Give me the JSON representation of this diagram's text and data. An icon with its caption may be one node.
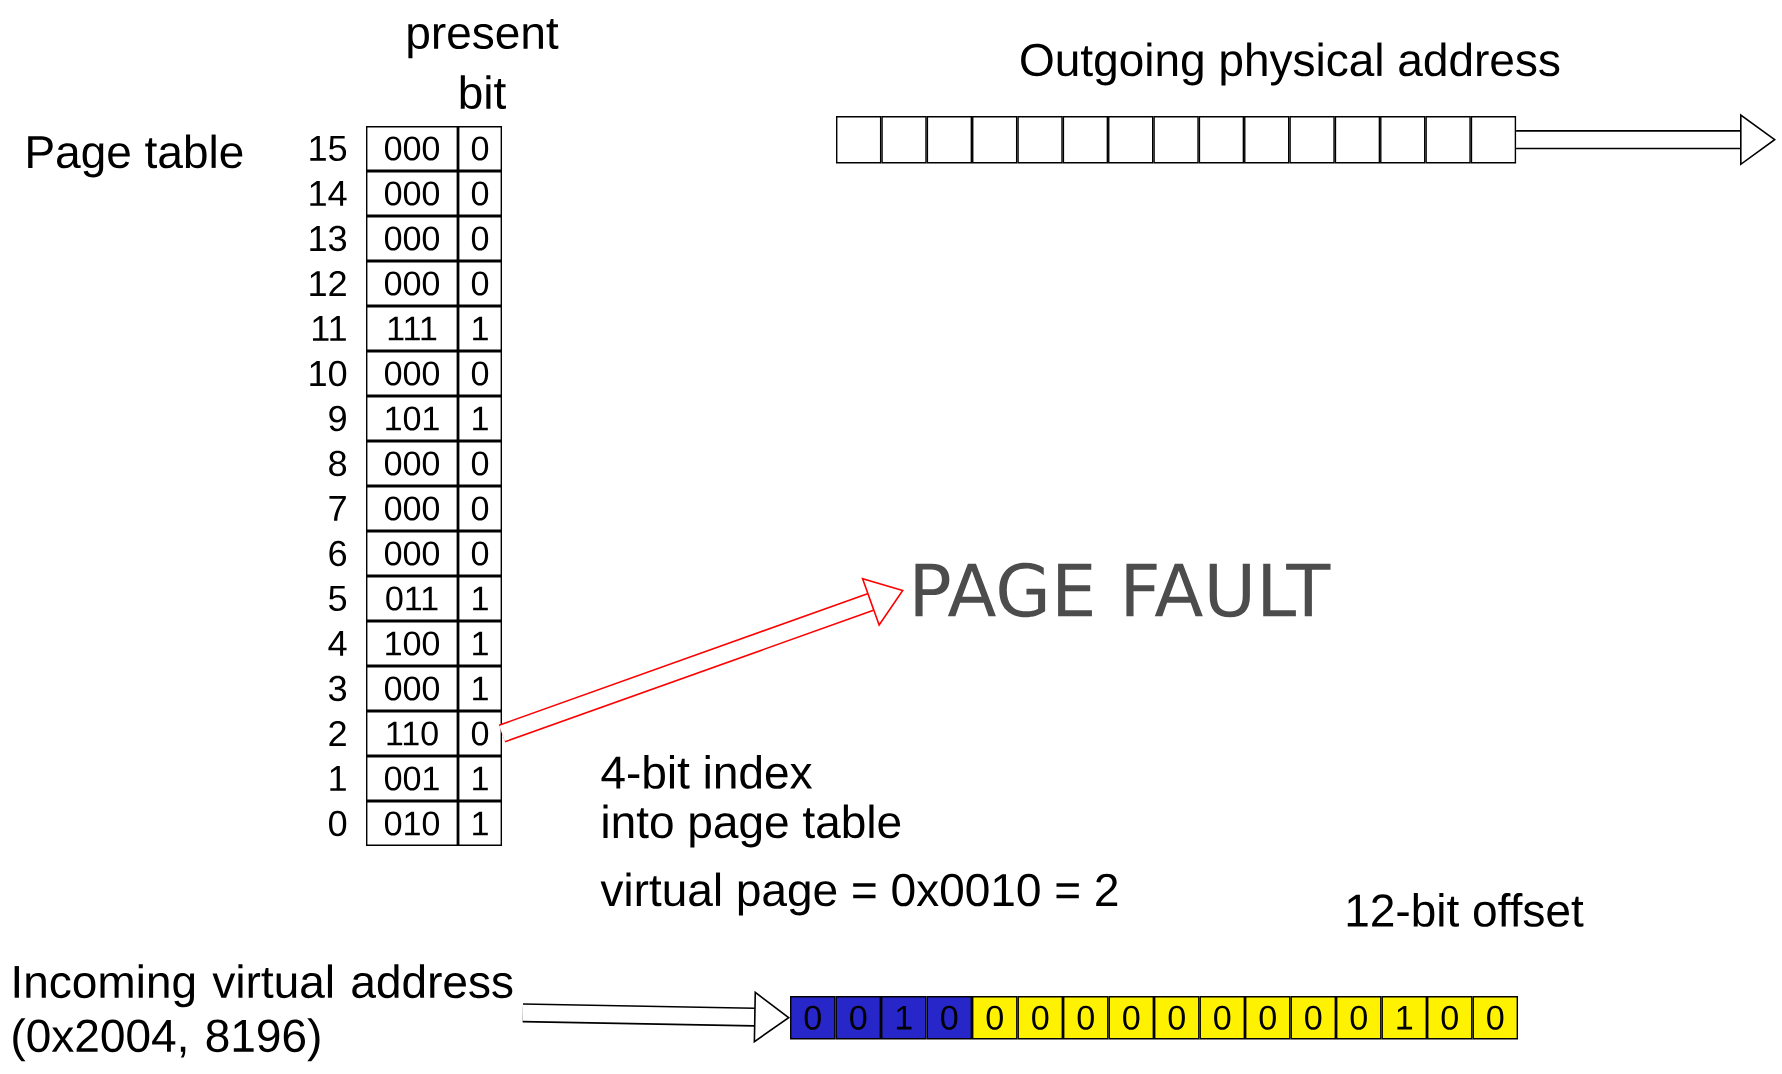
{
  "diagram": {
    "nodes": [
      {
        "text": [
          "000"
        ]
      },
      {
        "text": [
          "0"
        ]
      },
      {
        "text": [
          "000"
        ]
      },
      {
        "text": [
          "0"
        ]
      },
      {
        "text": [
          "000"
        ]
      },
      {
        "text": [
          "0"
        ]
      },
      {
        "text": [
          "000"
        ]
      },
      {
        "text": [
          "0"
        ]
      },
      {
        "text": [
          "111"
        ]
      },
      {
        "text": [
          "1"
        ]
      },
      {
        "text": [
          "000"
        ]
      },
      {
        "text": [
          "0"
        ]
      },
      {
        "text": [
          "101"
        ]
      },
      {
        "text": [
          "1"
        ]
      },
      {
        "text": [
          "000"
        ]
      },
      {
        "text": [
          "0"
        ]
      },
      {
        "text": [
          "000"
        ]
      },
      {
        "text": [
          "0"
        ]
      },
      {
        "text": [
          "000"
        ]
      },
      {
        "text": [
          "0"
        ]
      },
      {
        "text": [
          "011"
        ]
      },
      {
        "text": [
          "1"
        ]
      },
      {
        "text": [
          "100"
        ]
      },
      {
        "text": [
          "1"
        ]
      },
      {
        "text": [
          "000"
        ]
      },
      {
        "text": [
          "1"
        ]
      },
      {
        "text": [
          "110"
        ]
      },
      {
        "text": [
          "0"
        ]
      },
      {
        "text": [
          "001"
        ]
      },
      {
        "text": [
          "1"
        ]
      },
      {
        "text": [
          "010"
        ]
      },
      {
        "text": [
          "1"
        ]
      },
      {
        "text": [],
        "shape": "box"
      },
      {
        "text": [],
        "shape": "box"
      },
      {
        "text": [],
        "shape": "box"
      },
      {
        "text": [],
        "shape": "box"
      },
      {
        "text": [],
        "shape": "box"
      },
      {
        "text": [],
        "shape": "box"
      },
      {
        "text": [],
        "shape": "box"
      },
      {
        "text": [],
        "shape": "box"
      },
      {
        "text": [],
        "shape": "box"
      },
      {
        "text": [],
        "shape": "box"
      },
      {
        "text": [],
        "shape": "box"
      },
      {
        "text": [],
        "shape": "box"
      },
      {
        "text": [],
        "shape": "box"
      },
      {
        "text": [],
        "shape": "box"
      },
      {
        "text": [],
        "shape": "box"
      },
      {
        "text": [
          "PAGE FAULT"
        ]
      },
      {
        "text": [
          "Incoming virtual address (0x2004, 8196)"
        ]
      },
      {
        "text": [
          "0"
        ]
      },
      {
        "text": [
          "0"
        ]
      },
      {
        "text": [
          "1"
        ]
      },
      {
        "text": [
          "0"
        ]
      },
      {
        "text": [
          "0"
        ]
      },
      {
        "text": [
          "0"
        ]
      },
      {
        "text": [
          "0"
        ]
      },
      {
        "text": [
          "0"
        ]
      },
      {
        "text": [
          "0"
        ]
      },
      {
        "text": [
          "0"
        ]
      },
      {
        "text": [
          "0"
        ]
      },
      {
        "text": [
          "0"
        ]
      },
      {
        "text": [
          "0"
        ]
      },
      {
        "text": [
          "1"
        ]
      },
      {
        "text": [
          "0"
        ]
      },
      {
        "text": [
          "0"
        ]
      }
    ],
    "edges": [
      {
        "from": 48,
        "to": 49,
        "arrow": "to"
      },
      {
        "from": 27,
        "to": 47,
        "arrow": "to",
        "color": "#ff0000"
      },
      {
        "from": 46,
        "to": null,
        "arrow": "to"
      }
    ],
    "labels": [
      "present bit",
      "Page table",
      "15",
      "14",
      "13",
      "12",
      "11",
      "10",
      "9",
      "8",
      "7",
      "6",
      "5",
      "4",
      "3",
      "2",
      "1",
      "0",
      "Outgoing physical address",
      "4-bit index",
      "into page table",
      "virtual page = 0x0010 = 2",
      "12-bit offset"
    ]
  }
}
